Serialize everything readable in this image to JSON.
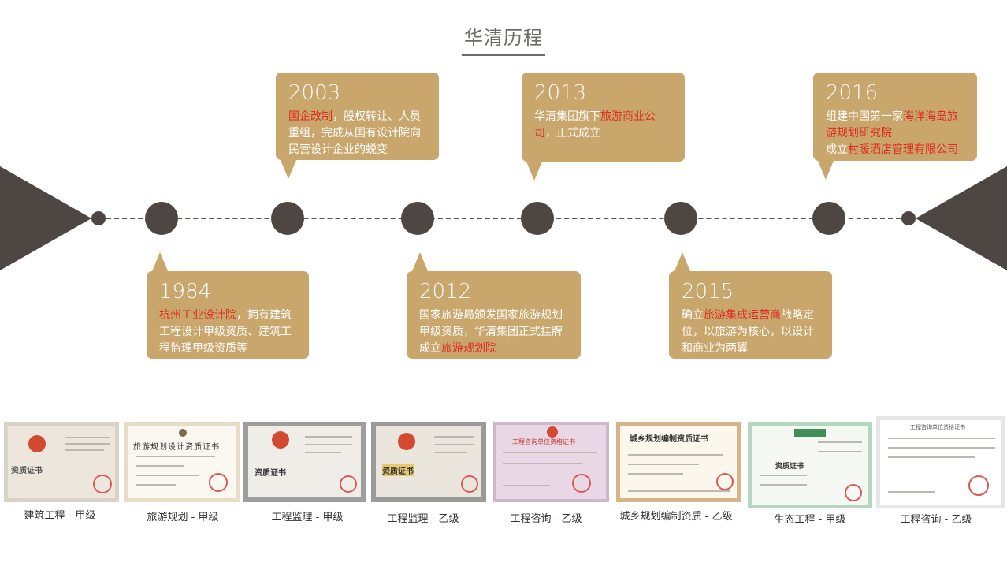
{
  "title": "华清历程",
  "events": [
    {
      "year": "1984",
      "parts": [
        {
          "t": "杭州工业设计院",
          "hl": true
        },
        {
          "t": "，拥有建筑工程设计甲级资质、建筑工程监理甲级资质等",
          "hl": false
        }
      ]
    },
    {
      "year": "2003",
      "parts": [
        {
          "t": "国企改制",
          "hl": true
        },
        {
          "t": "，股权转让、人员重组，完成从国有设计院向民营设计企业的蜕变",
          "hl": false
        }
      ]
    },
    {
      "year": "2012",
      "parts": [
        {
          "t": "国家旅游局颁发国家旅游规划甲级资质，华清集团正式挂牌成立",
          "hl": false
        },
        {
          "t": "旅游规划院",
          "hl": true
        }
      ]
    },
    {
      "year": "2013",
      "parts": [
        {
          "t": "华清集团旗下",
          "hl": false
        },
        {
          "t": "旅游商业公司",
          "hl": true
        },
        {
          "t": "，正式成立",
          "hl": false
        }
      ]
    },
    {
      "year": "2015",
      "parts": [
        {
          "t": "确立",
          "hl": false
        },
        {
          "t": "旅游集成运营商",
          "hl": true
        },
        {
          "t": "战略定位，以旅游为核心，以设计和商业为两翼",
          "hl": false
        }
      ]
    },
    {
      "year": "2016",
      "parts": [
        {
          "t": "组建中国第一家",
          "hl": false
        },
        {
          "t": "海洋海岛旅游规划研究院",
          "hl": true
        },
        {
          "t": "成立",
          "hl": false
        },
        {
          "t": "村暖酒店管理有限公司",
          "hl": true
        }
      ]
    }
  ],
  "certificates": [
    {
      "caption": "建筑工程 - 甲级",
      "cert_title": "资质证书"
    },
    {
      "caption": "旅游规划 - 甲级",
      "cert_title": "旅游规划设计资质证书"
    },
    {
      "caption": "工程监理 - 甲级",
      "cert_title": "资质证书"
    },
    {
      "caption": "工程监理 - 乙级",
      "cert_title": "资质证书"
    },
    {
      "caption": "工程咨询 - 乙级",
      "cert_title": "工程咨询单位资格证书"
    },
    {
      "caption": "城乡规划编制资质 - 乙级",
      "cert_title": "城乡规划编制资质证书"
    },
    {
      "caption": "生态工程 - 甲级",
      "cert_title": "资质证书"
    },
    {
      "caption": "工程咨询 - 乙级",
      "cert_title": "工程咨询单位资格证书"
    }
  ],
  "colors": {
    "card": "#c9a66c",
    "highlight": "#e02b1f",
    "axis": "#4d4643"
  }
}
